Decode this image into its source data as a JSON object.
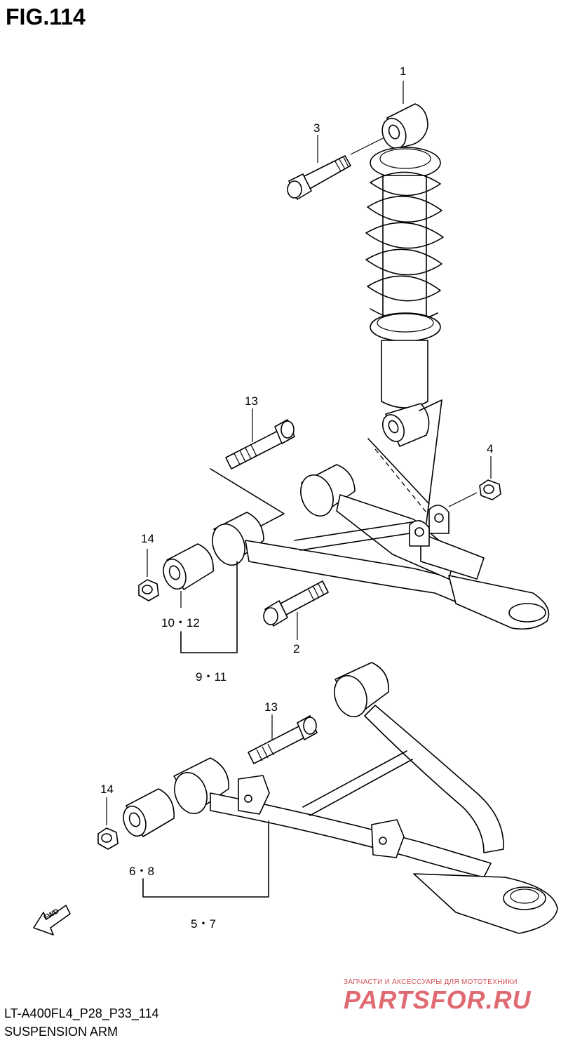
{
  "figure": {
    "title": "FIG.114"
  },
  "callouts": {
    "c1": "1",
    "c2": "2",
    "c3": "3",
    "c4": "4",
    "c13a": "13",
    "c14a": "14",
    "c10_12": "10・12",
    "c9_11": "9・11",
    "c13b": "13",
    "c14b": "14",
    "c6_8": "6・8",
    "c5_7": "5・7"
  },
  "direction_arrow": {
    "label": "FWD",
    "icon": "fwd-arrow-icon"
  },
  "footer": {
    "model_code": "LT-A400FL4_P28_P33_114",
    "section_name": "SUSPENSION ARM"
  },
  "watermark": {
    "tagline": "ЗАПЧАСТИ И АКСЕССУАРЫ ДЛЯ МОТОТЕХНИКИ",
    "brand": "PARTSFOR.RU"
  }
}
